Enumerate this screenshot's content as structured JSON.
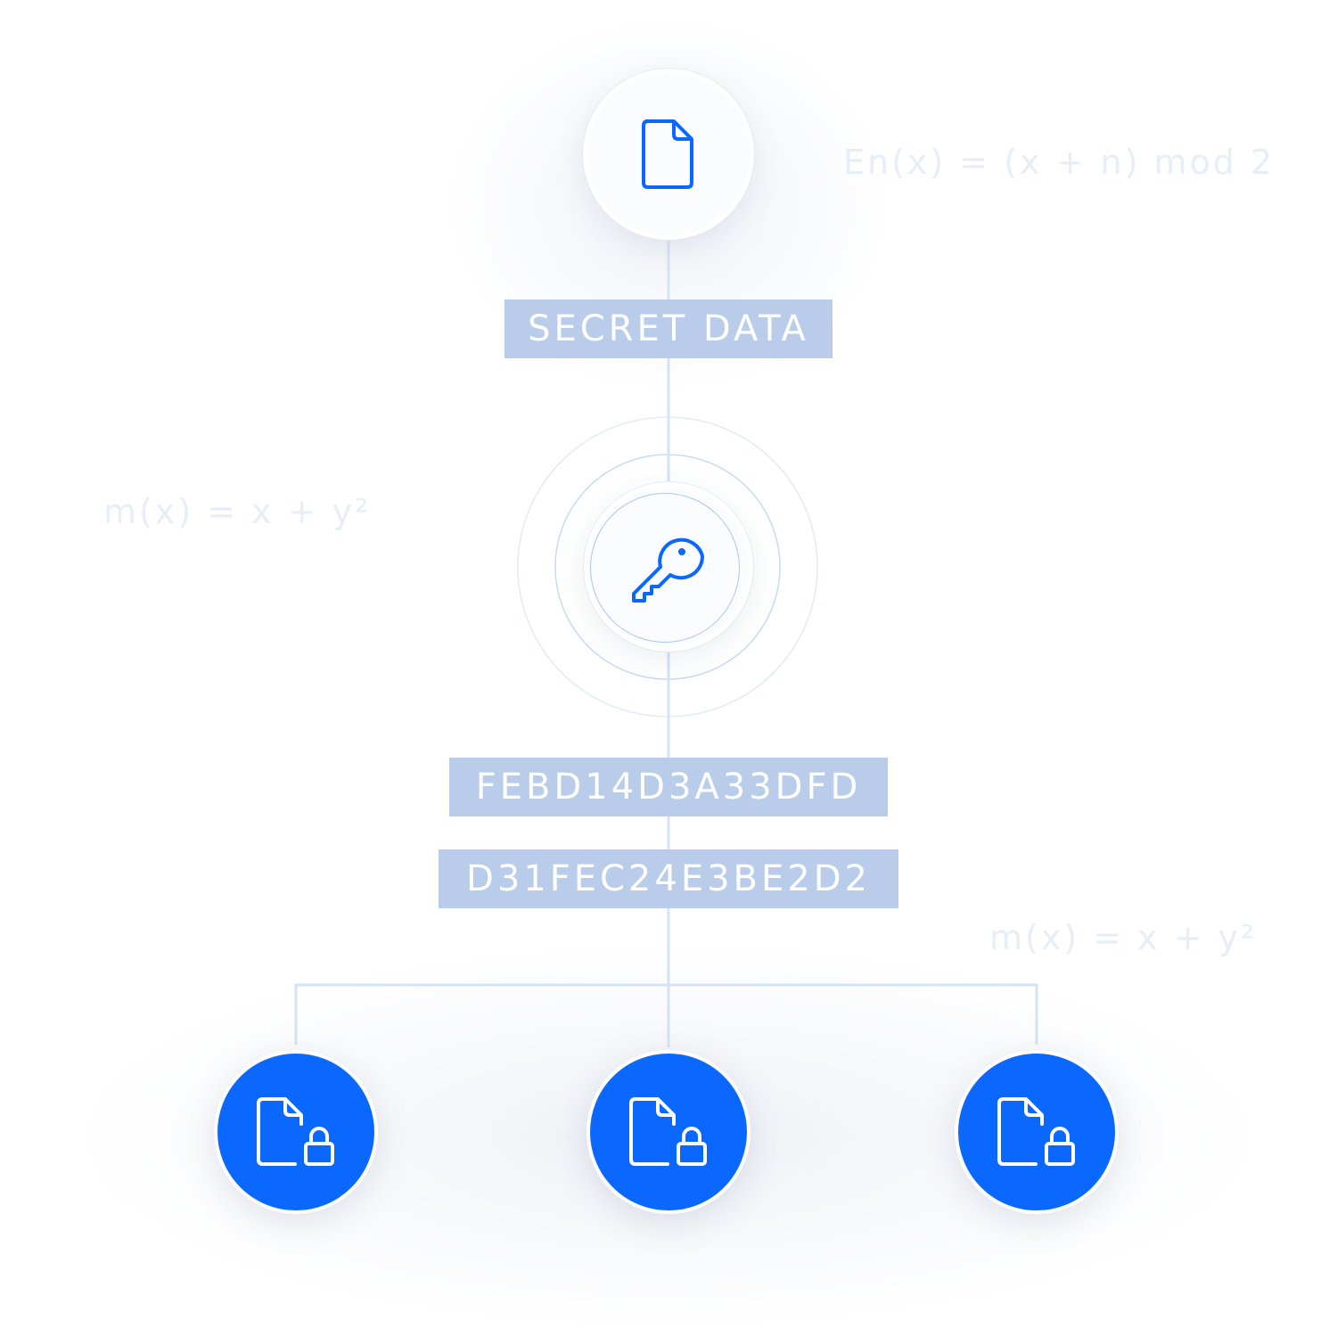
{
  "formulas": {
    "top_right": "En(x) = (x + n) mod 2",
    "middle_left": "m(x) = x + y²",
    "bottom_right": "m(x) = x + y²"
  },
  "labels": {
    "secret_data": "SECRET DATA",
    "cipher_line_1": "FEBD14D3A33DFD",
    "cipher_line_2": "D31FEC24E3BE2D2"
  },
  "nodes": {
    "source": {
      "icon": "document-icon"
    },
    "key": {
      "icon": "key-icon"
    },
    "outputs": [
      {
        "icon": "locked-document-icon"
      },
      {
        "icon": "locked-document-icon"
      },
      {
        "icon": "locked-document-icon"
      }
    ]
  },
  "colors": {
    "accent": "#0A68FF",
    "label_bg": "#B9CDEB",
    "label_text": "#FFFFFF",
    "connector": "#D6E2F5",
    "formula_text": "#E7EEF8"
  }
}
